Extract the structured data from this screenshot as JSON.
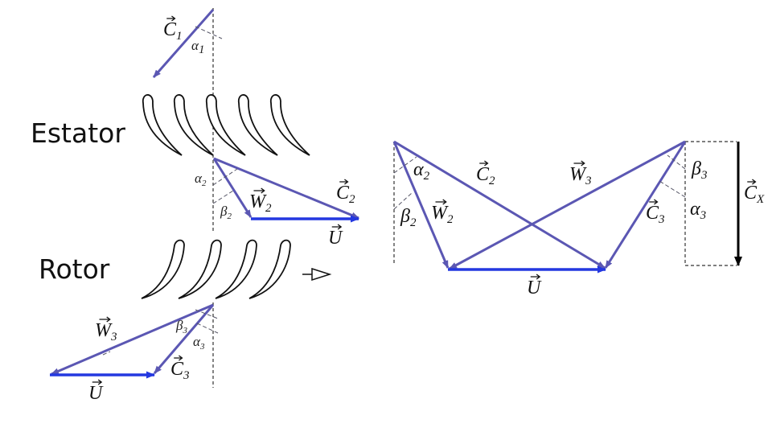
{
  "titles": {
    "stator": "Estator",
    "rotor": "Rotor"
  },
  "colors": {
    "vector": "#5b57b3",
    "blade_speed": "#2438e0",
    "axial": "#000000"
  },
  "stage_inlet": {
    "c1": {
      "base": "C",
      "sub": "1"
    },
    "alpha1": {
      "base": "α",
      "sub": "1"
    }
  },
  "stator_exit": {
    "alpha2": {
      "base": "α",
      "sub": "2"
    },
    "beta2": {
      "base": "β",
      "sub": "2"
    },
    "w2": {
      "base": "W",
      "sub": "2"
    },
    "c2": {
      "base": "C",
      "sub": "2"
    },
    "u": {
      "base": "U",
      "sub": ""
    }
  },
  "rotor_exit": {
    "w3": {
      "base": "W",
      "sub": "3"
    },
    "beta3": {
      "base": "β",
      "sub": "3"
    },
    "alpha3": {
      "base": "α",
      "sub": "3"
    },
    "c3": {
      "base": "C",
      "sub": "3"
    },
    "u": {
      "base": "U",
      "sub": ""
    }
  },
  "combined": {
    "alpha2": {
      "base": "α",
      "sub": "2"
    },
    "c2": {
      "base": "C",
      "sub": "2"
    },
    "beta2": {
      "base": "β",
      "sub": "2"
    },
    "w2": {
      "base": "W",
      "sub": "2"
    },
    "w3": {
      "base": "W",
      "sub": "3"
    },
    "beta3": {
      "base": "β",
      "sub": "3"
    },
    "c3": {
      "base": "C",
      "sub": "3"
    },
    "alpha3": {
      "base": "α",
      "sub": "3"
    },
    "u": {
      "base": "U",
      "sub": ""
    },
    "cx": {
      "base": "C",
      "sub": "X"
    }
  }
}
